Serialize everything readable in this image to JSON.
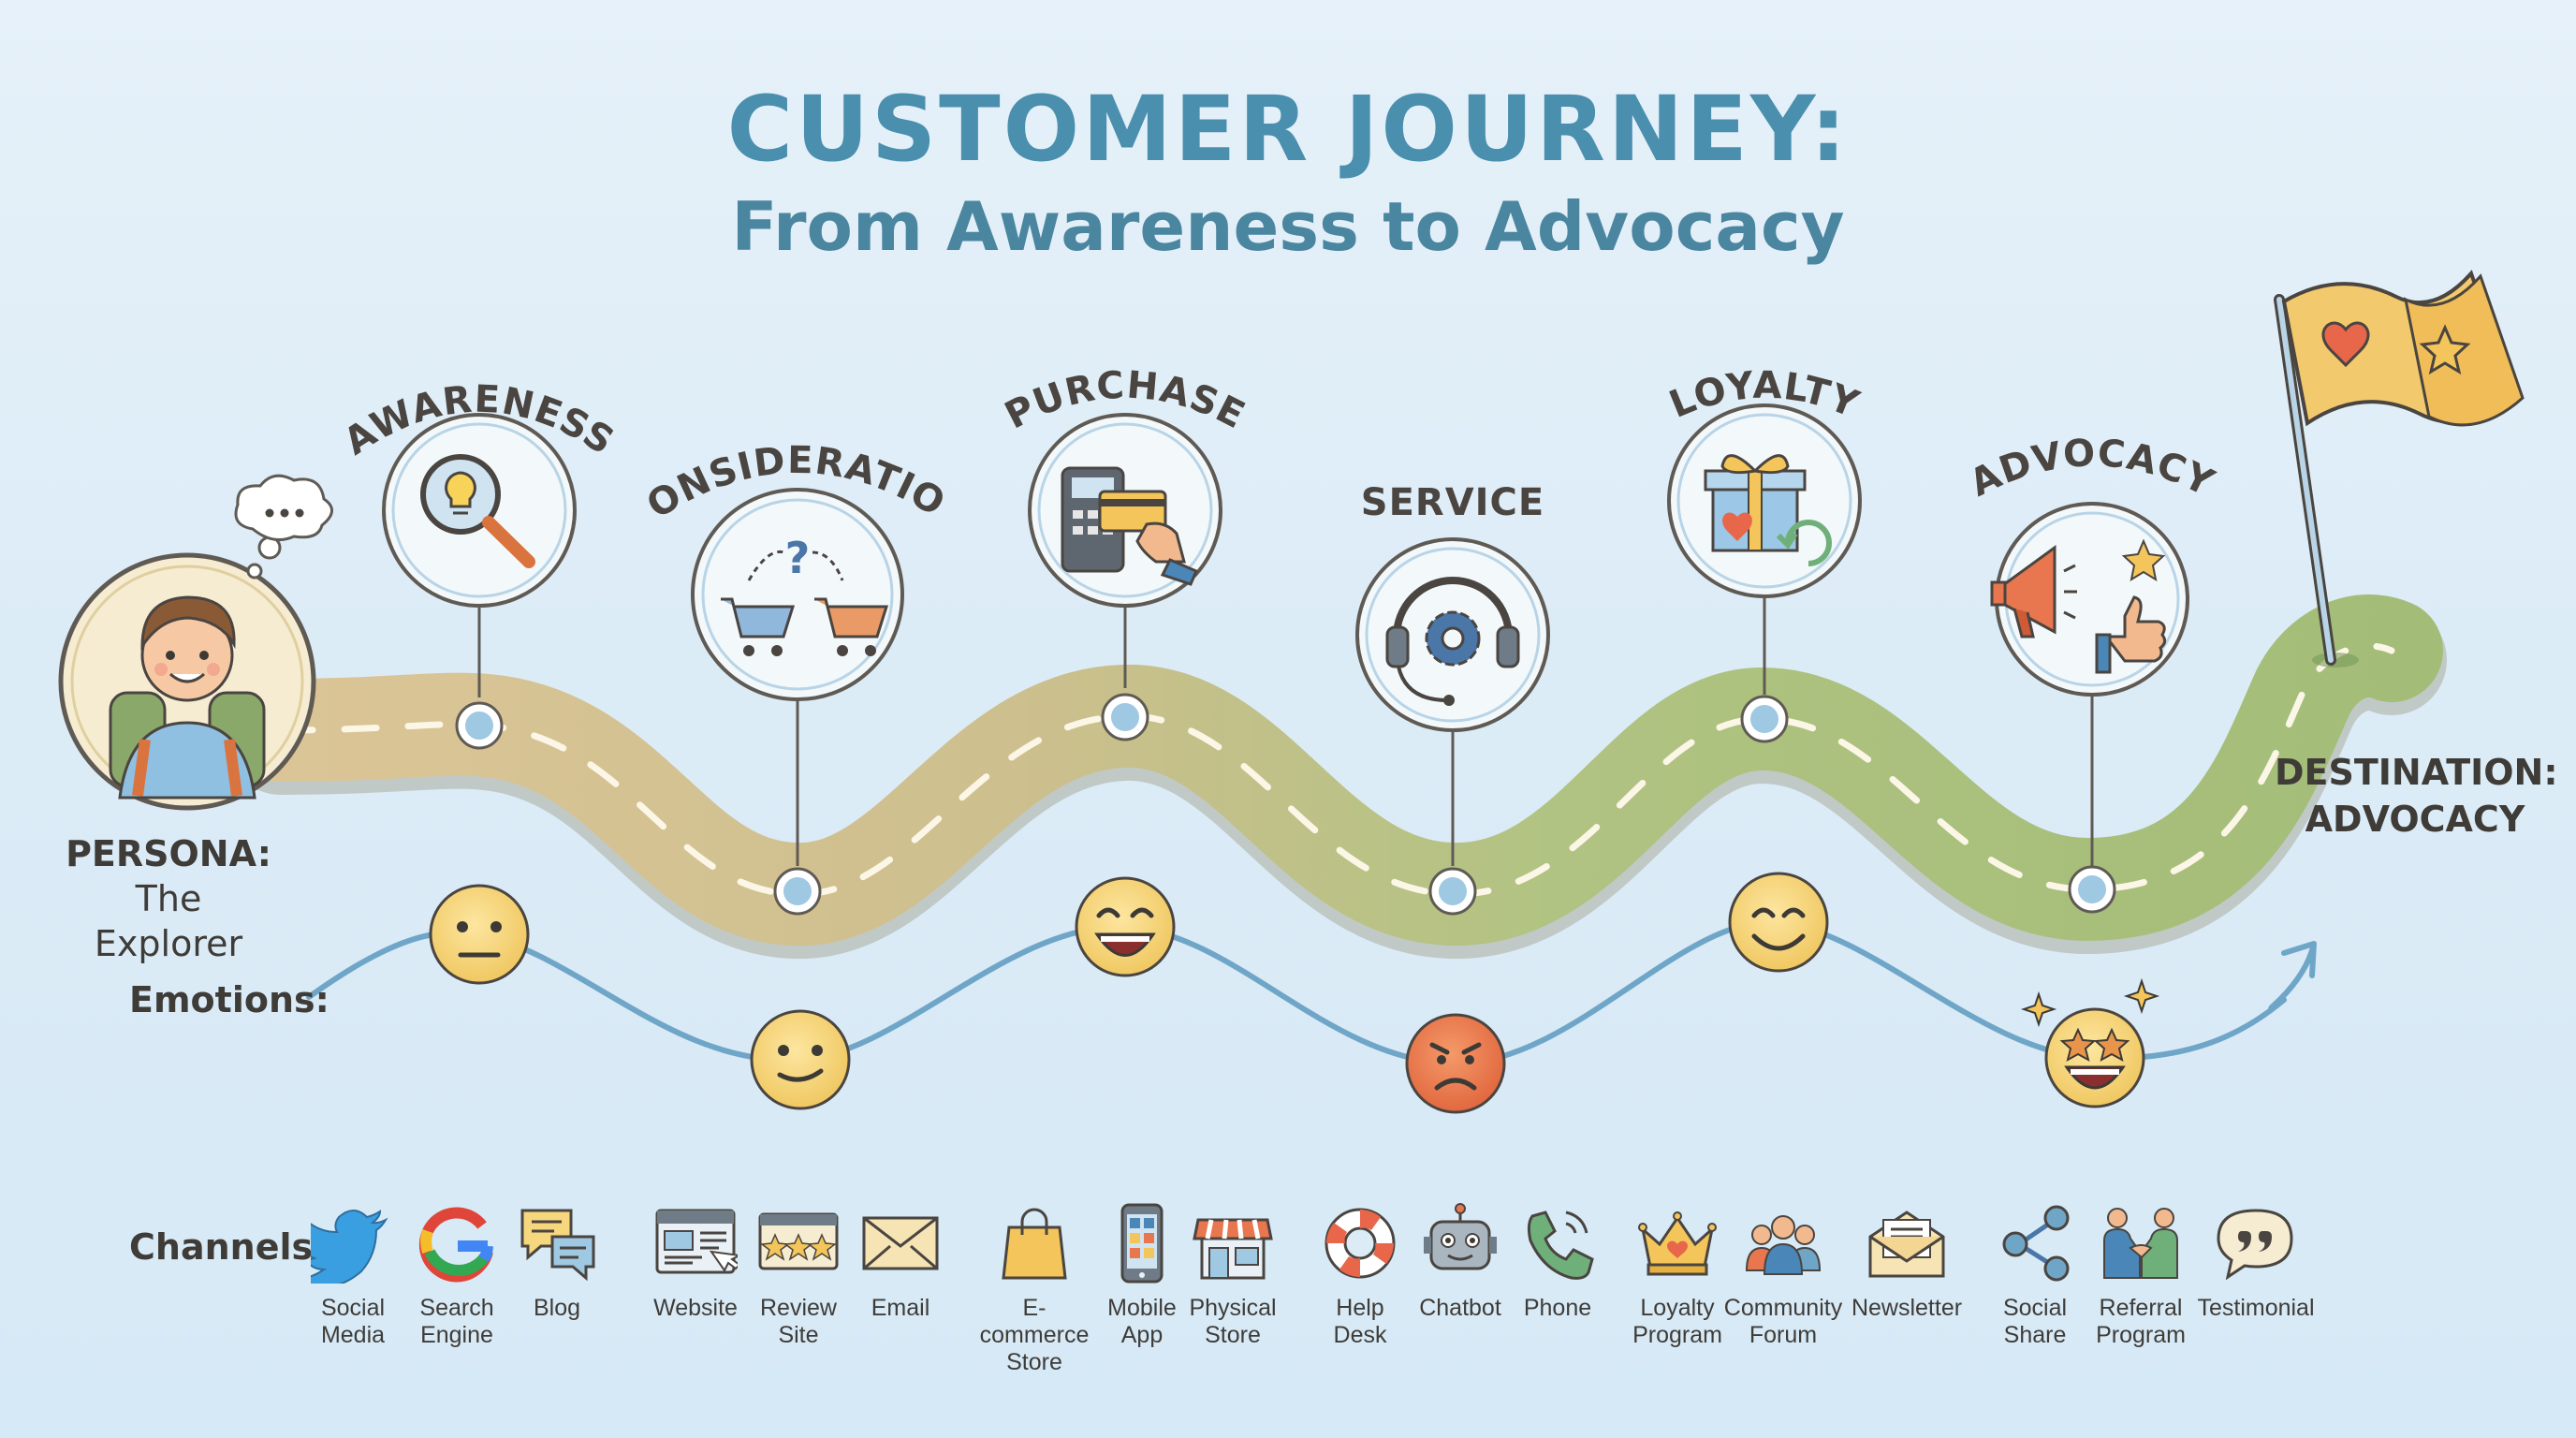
{
  "header": {
    "title": "CUSTOMER JOURNEY:",
    "subtitle": "From Awareness to Advocacy"
  },
  "persona": {
    "label": "PERSONA:",
    "name": "The Explorer",
    "thought_icon": "thought-bubble-icon"
  },
  "stages": [
    {
      "label": "AWARENESS",
      "icon": "magnifier-lightbulb-icon"
    },
    {
      "label": "CONSIDERATION",
      "icon": "compare-carts-icon"
    },
    {
      "label": "PURCHASE",
      "icon": "card-payment-icon"
    },
    {
      "label": "SERVICE",
      "icon": "headset-gear-icon"
    },
    {
      "label": "LOYALTY",
      "icon": "gift-heart-icon"
    },
    {
      "label": "ADVOCACY",
      "icon": "megaphone-thumbsup-icon"
    }
  ],
  "destination": {
    "label": "DESTINATION:",
    "value": "ADVOCACY",
    "flag_icon": "heart-star-flag-icon"
  },
  "emotions": {
    "label": "Emotions:",
    "faces": [
      "neutral",
      "content",
      "very-happy",
      "angry",
      "happy",
      "star-struck"
    ]
  },
  "channels": {
    "label": "Channels:",
    "items": [
      {
        "label": "Social\nMedia",
        "icon": "twitter-bird-icon"
      },
      {
        "label": "Search\nEngine",
        "icon": "google-g-icon"
      },
      {
        "label": "Blog",
        "icon": "speech-bubbles-icon"
      },
      {
        "label": "Website",
        "icon": "browser-window-icon"
      },
      {
        "label": "Review\nSite",
        "icon": "star-rating-window-icon"
      },
      {
        "label": "Email",
        "icon": "envelope-icon"
      },
      {
        "label": "E-commerce\nStore",
        "icon": "shopping-bag-icon"
      },
      {
        "label": "Mobile\nApp",
        "icon": "smartphone-icon"
      },
      {
        "label": "Physical\nStore",
        "icon": "storefront-icon"
      },
      {
        "label": "Help\nDesk",
        "icon": "lifebuoy-icon"
      },
      {
        "label": "Chatbot",
        "icon": "robot-icon"
      },
      {
        "label": "Phone",
        "icon": "phone-icon"
      },
      {
        "label": "Loyalty\nProgram",
        "icon": "crown-icon"
      },
      {
        "label": "Community\nForum",
        "icon": "people-group-icon"
      },
      {
        "label": "Newsletter",
        "icon": "open-envelope-icon"
      },
      {
        "label": "Social\nShare",
        "icon": "share-icon"
      },
      {
        "label": "Referral\nProgram",
        "icon": "handshake-icon"
      },
      {
        "label": "Testimonial",
        "icon": "quote-bubble-icon"
      }
    ]
  },
  "colors": {
    "title": "#4a8fae",
    "road_start": "#d9c49a",
    "road_end": "#a8bf7c",
    "emotion_line": "#6fa6c8",
    "face_yellow": "#f6d77d",
    "face_angry": "#e8764e",
    "node_blue": "#9fc8e3"
  }
}
